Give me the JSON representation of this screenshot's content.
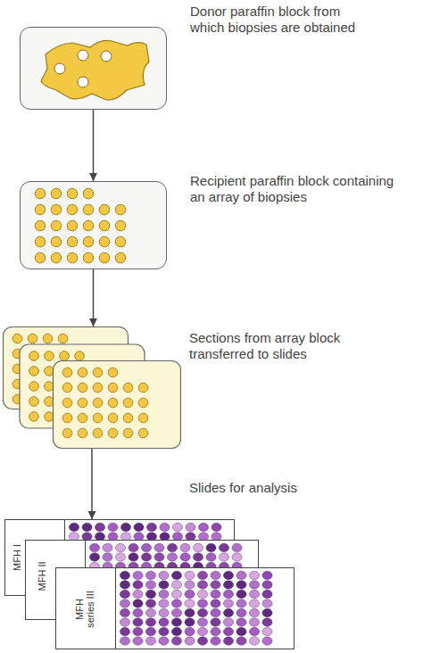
{
  "diagram": {
    "nodes": [
      {
        "text": [
          "Donor paraffin block from which biopsies are obtained"
        ]
      },
      {
        "text": [
          "Recipient paraffin block containing an array of biopsies"
        ]
      },
      {
        "text": [
          "Sections from array block transferred to slides"
        ]
      },
      {
        "text": [
          "Slides for analysis"
        ]
      },
      {
        "text": [
          "MFH I"
        ],
        "in": 3
      },
      {
        "text": [
          "MFH II"
        ],
        "in": 3
      },
      {
        "text": [
          "MFH series III"
        ],
        "in": 3
      }
    ],
    "edges": [
      {
        "from": 0,
        "to": 1,
        "arrow": "to"
      },
      {
        "from": 1,
        "to": 2,
        "arrow": "to"
      },
      {
        "from": 2,
        "to": 3,
        "arrow": "to"
      }
    ]
  }
}
